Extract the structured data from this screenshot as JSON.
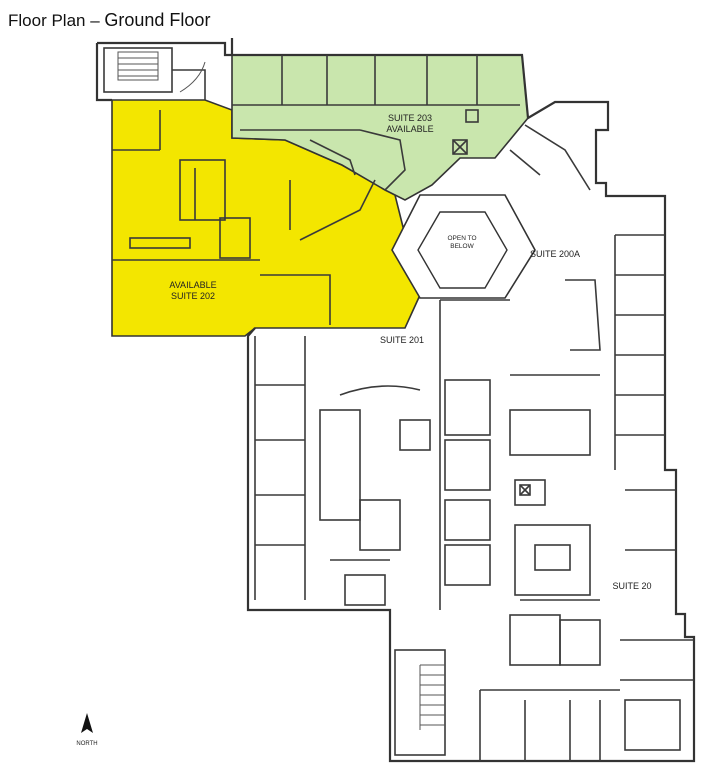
{
  "header": {
    "title_prefix": "Floor Plan – ",
    "title_floor": "Ground Floor"
  },
  "labels": {
    "suite_203_name": "SUITE 203",
    "suite_203_status": "AVAILABLE",
    "suite_202_status": "AVAILABLE",
    "suite_202_name": "SUITE 202",
    "open_to_below_1": "OPEN TO",
    "open_to_below_2": "BELOW",
    "suite_200a": "SUITE 200A",
    "suite_201": "SUITE 201",
    "suite_20": "SUITE 20"
  },
  "compass": {
    "label": "NORTH"
  },
  "colors": {
    "suite_202_fill": "#f3e600",
    "suite_203_fill": "#c9e6ad",
    "wall": "#3a3a3a"
  }
}
